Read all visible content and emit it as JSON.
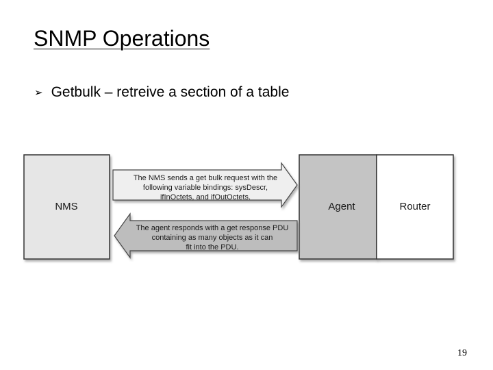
{
  "slide": {
    "title": "SNMP Operations",
    "bullet": "Getbulk – retreive a section of a table",
    "bullet_icon": "arrow-bullet-icon",
    "page_number": "19"
  },
  "diagram": {
    "nms_label": "NMS",
    "agent_label": "Agent",
    "router_label": "Router",
    "request_lines": [
      "The NMS sends a get bulk request with the",
      "following variable bindings: sysDescr,",
      "ifInOctets, and ifOutOctets."
    ],
    "response_lines": [
      "The agent responds with a get response PDU",
      "containing as many objects as it can",
      "fit into the PDU."
    ],
    "colors": {
      "nms_fill": "#e6e6e6",
      "agent_fill": "#c4c4c4",
      "router_fill": "#ffffff",
      "request_arrow_fill": "#efefef",
      "response_arrow_fill": "#bdbdbd"
    }
  }
}
